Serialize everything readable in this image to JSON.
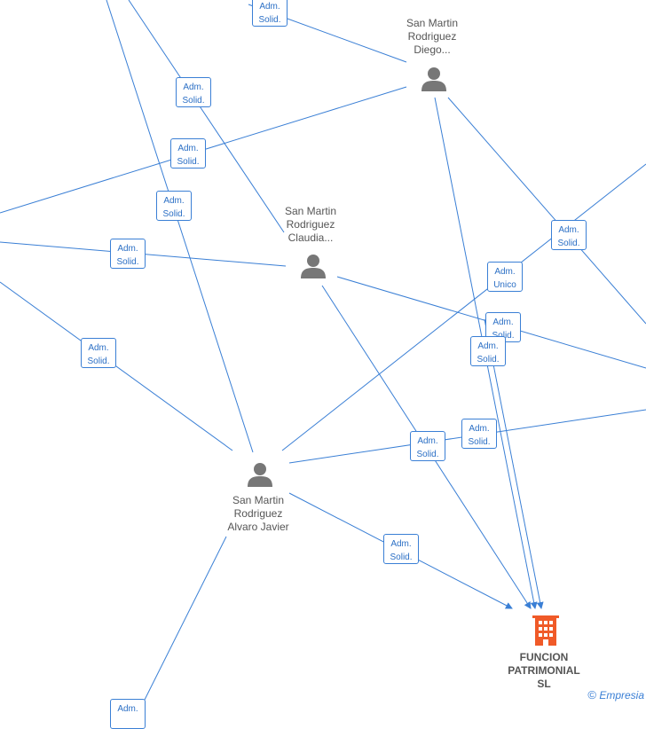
{
  "nodes": {
    "diego": {
      "name": [
        "San Martin",
        "Rodriguez",
        "Diego..."
      ]
    },
    "claudia": {
      "name": [
        "San Martin",
        "Rodriguez",
        "Claudia..."
      ]
    },
    "alvaro": {
      "name": [
        "San Martin",
        "Rodriguez",
        "Alvaro Javier"
      ]
    },
    "company": {
      "name": [
        "FUNCION",
        "PATRIMONIAL",
        "SL"
      ]
    }
  },
  "edge_labels": [
    {
      "l1": "Adm.",
      "l2": "Solid."
    },
    {
      "l1": "Adm.",
      "l2": "Solid."
    },
    {
      "l1": "Adm.",
      "l2": "Solid."
    },
    {
      "l1": "Adm.",
      "l2": "Solid."
    },
    {
      "l1": "Adm.",
      "l2": "Solid."
    },
    {
      "l1": "Adm.",
      "l2": "Solid."
    },
    {
      "l1": "Adm.",
      "l2": "Solid."
    },
    {
      "l1": "Adm.",
      "l2": "Unico"
    },
    {
      "l1": "Adm.",
      "l2": "Solid."
    },
    {
      "l1": "Adm.",
      "l2": "Solid."
    },
    {
      "l1": "Adm.",
      "l2": "Solid."
    },
    {
      "l1": "Adm.",
      "l2": "Solid."
    },
    {
      "l1": "Adm.",
      "l2": "Solid."
    },
    {
      "l1": "Adm.",
      "l2": ""
    }
  ],
  "brand": {
    "copyright": "©",
    "name": "Empresia"
  },
  "colors": {
    "edge": "#3a7fd5",
    "person": "#777777",
    "company": "#f05a28"
  }
}
